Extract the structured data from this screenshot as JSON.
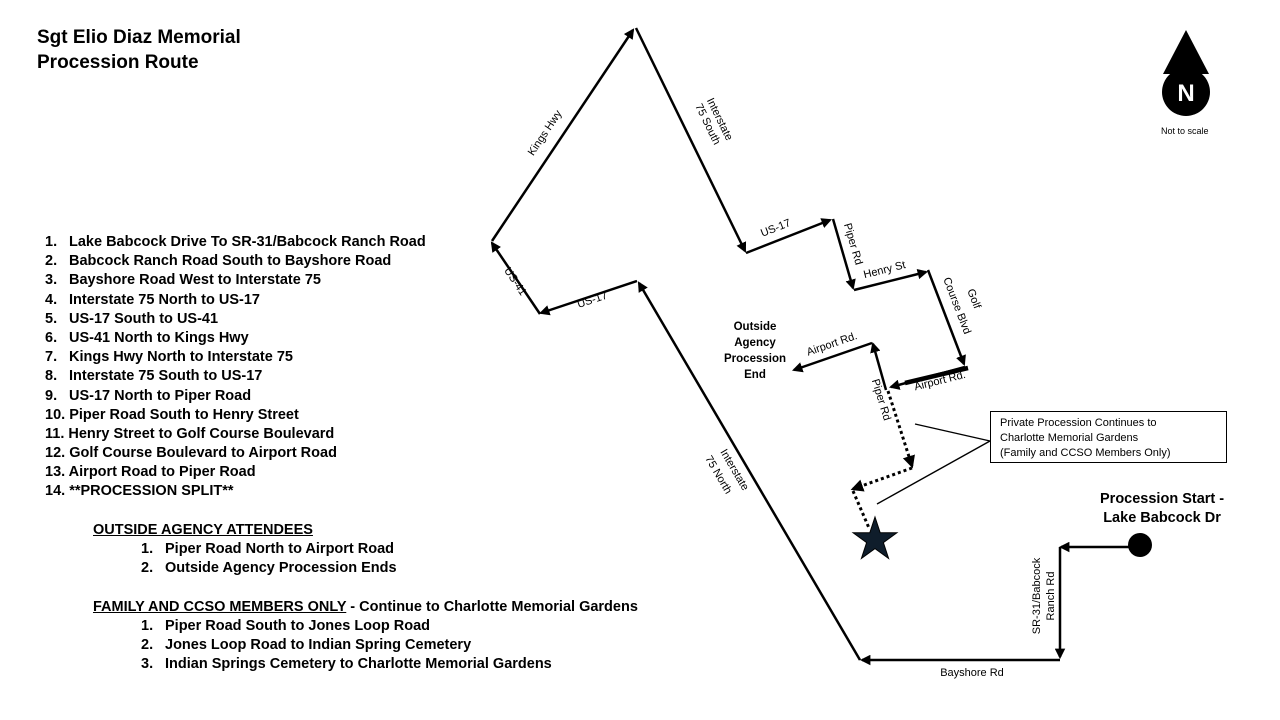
{
  "title": {
    "line1": "Sgt Elio Diaz Memorial",
    "line2": "Procession Route"
  },
  "steps": [
    {
      "num": "1.",
      "text": "Lake Babcock Drive To SR-31/Babcock Ranch Road"
    },
    {
      "num": "2.",
      "text": "Babcock Ranch Road South to Bayshore Road"
    },
    {
      "num": "3.",
      "text": "Bayshore Road West to Interstate 75"
    },
    {
      "num": "4.",
      "text": "Interstate 75 North to US-17"
    },
    {
      "num": "5.",
      "text": "US-17 South to US-41"
    },
    {
      "num": "6.",
      "text": "US-41 North to Kings Hwy"
    },
    {
      "num": "7.",
      "text": "Kings Hwy North to Interstate 75"
    },
    {
      "num": "8.",
      "text": "Interstate 75 South to US-17"
    },
    {
      "num": "9.",
      "text": "US-17 North to Piper Road"
    },
    {
      "num": "10.",
      "text": "Piper Road South to Henry Street"
    },
    {
      "num": "11.",
      "text": "Henry Street to Golf Course Boulevard"
    },
    {
      "num": "12.",
      "text": "Golf Course Boulevard to Airport Road"
    },
    {
      "num": "13.",
      "text": "Airport Road to Piper Road"
    },
    {
      "num": "14.",
      "text": "**PROCESSION SPLIT**"
    }
  ],
  "outside_agency": {
    "heading": "OUTSIDE AGENCY ATTENDEES",
    "items": [
      {
        "num": "1.",
        "text": "Piper Road North to Airport Road"
      },
      {
        "num": "2.",
        "text": "Outside Agency Procession Ends"
      }
    ]
  },
  "family": {
    "heading": "FAMILY AND CCSO MEMBERS ONLY",
    "heading_suffix": " - Continue to Charlotte Memorial Gardens",
    "items": [
      {
        "num": "1.",
        "text": "Piper Road South to Jones Loop Road"
      },
      {
        "num": "2.",
        "text": "Jones Loop Road to Indian Spring Cemetery"
      },
      {
        "num": "3.",
        "text": "Indian Springs Cemetery to Charlotte Memorial Gardens"
      }
    ]
  },
  "map": {
    "roads": {
      "kings_hwy": "Kings Hwy",
      "i75_south_1": "Interstate",
      "i75_south_2": "75 South",
      "us17_top": "US-17",
      "piper_rd_top": "Piper Rd",
      "henry_st": "Henry St",
      "golf_1": "Golf",
      "golf_2": "Course Blvd",
      "us41": "US-41",
      "us17_left": "US-17",
      "airport_rd_left": "Airport Rd.",
      "airport_rd_right": "Airport Rd.",
      "piper_rd_mid": "Piper Rd",
      "i75_north_1": "Interstate",
      "i75_north_2": "75 North",
      "sr31_1": "SR-31/Babcock",
      "sr31_2": "Ranch Rd",
      "bayshore": "Bayshore Rd"
    },
    "end_label": [
      "Outside",
      "Agency",
      "Procession",
      "End"
    ],
    "start_label": [
      "Procession Start -",
      "Lake Babcock Dr"
    ],
    "callout": [
      "Private Procession Continues to",
      "Charlotte Memorial Gardens",
      "(Family and CCSO Members Only)"
    ],
    "compass_letter": "N",
    "scale_note": "Not to scale"
  },
  "colors": {
    "route": "#000000",
    "star": "#0f1d2b"
  }
}
